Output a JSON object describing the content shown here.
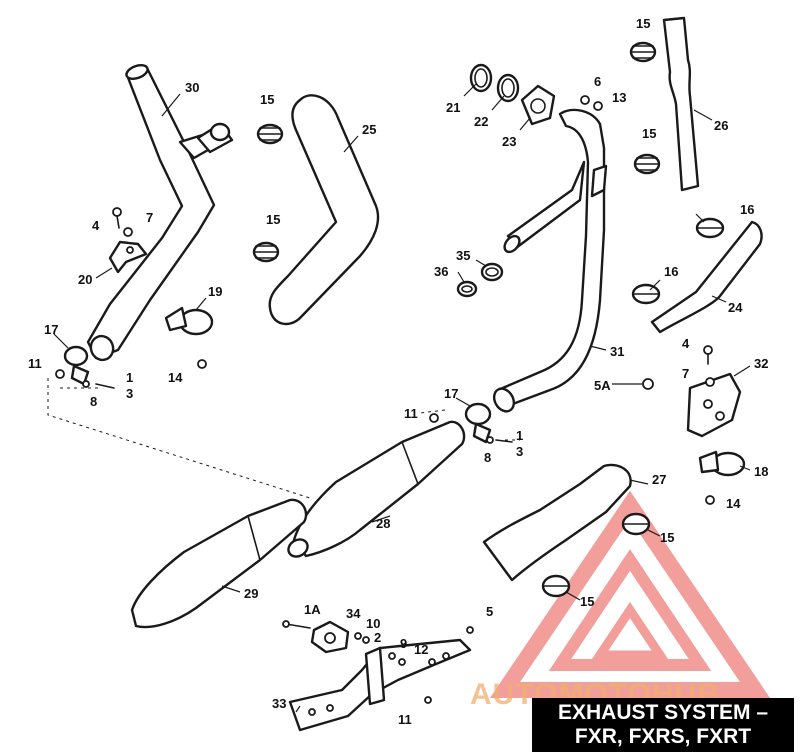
{
  "title": {
    "line1": "EXHAUST SYSTEM –",
    "line2": "FXR, FXRS, FXRT"
  },
  "watermark": {
    "text": "AUTOMOTOHUB",
    "color": "#e8504a"
  },
  "callouts": {
    "c30": "30",
    "c25": "25",
    "c26": "26",
    "c15a": "15",
    "c15b": "15",
    "c15c": "15",
    "c15d": "15",
    "c15e": "15",
    "c15f": "15",
    "c21": "21",
    "c22": "22",
    "c23": "23",
    "c6": "6",
    "c13": "13",
    "c4a": "4",
    "c7a": "7",
    "c20": "20",
    "c16a": "16",
    "c16b": "16",
    "c35": "35",
    "c36": "36",
    "c24": "24",
    "c19": "19",
    "c17a": "17",
    "c11a": "11",
    "c8a": "8",
    "c1a": "1",
    "c3a": "3",
    "c14a": "14",
    "c31": "31",
    "c4b": "4",
    "c32": "32",
    "c5a": "5A",
    "c7b": "7",
    "c17b": "17",
    "c11b": "11",
    "c8b": "8",
    "c1b": "1",
    "c3b": "3",
    "c18": "18",
    "c14b": "14",
    "c27": "27",
    "c28": "28",
    "c29": "29",
    "c1A": "1A",
    "c34": "34",
    "c10": "10",
    "c2": "2",
    "c9": "9",
    "c12": "12",
    "c5b": "5",
    "c33": "33",
    "c11c": "11"
  }
}
